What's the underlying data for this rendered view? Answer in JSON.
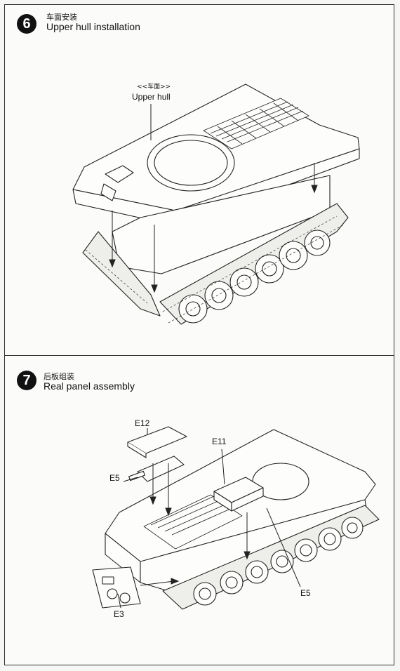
{
  "step6": {
    "number": "6",
    "title_cn": "车面安装",
    "title_en": "Upper hull installation",
    "callout_cn": "<<车面>>",
    "callout_en": "Upper hull"
  },
  "step7": {
    "number": "7",
    "title_cn": "后板组装",
    "title_en": "Real panel assembly",
    "parts": {
      "e12": "E12",
      "e11": "E11",
      "e5_left": "E5",
      "e5_right": "E5",
      "e3": "E3"
    }
  }
}
